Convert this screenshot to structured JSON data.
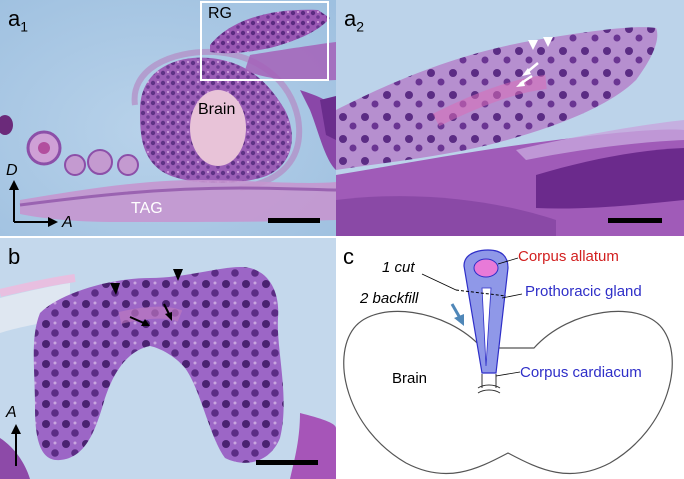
{
  "panels": {
    "a1": {
      "label_main": "a",
      "label_sub": "1",
      "labels": {
        "rg": "RG",
        "brain": "Brain",
        "tag": "TAG"
      },
      "axes": {
        "d": "D",
        "a": "A"
      }
    },
    "a2": {
      "label_main": "a",
      "label_sub": "2"
    },
    "b": {
      "label": "b",
      "axes": {
        "a": "A"
      }
    },
    "c": {
      "label": "c",
      "labels": {
        "cut": "1 cut",
        "backfill": "2 backfill",
        "corpus_allatum": "Corpus allatum",
        "prothoracic_gland": "Prothoracic gland",
        "brain": "Brain",
        "corpus_cardiacum": "Corpus cardiacum"
      }
    }
  },
  "colors": {
    "tissue_purple": "#7a3f9e",
    "tissue_pink": "#c86fb8",
    "background_slide": "#a9c7e2",
    "corpus_allatum": "#d21f1f",
    "prothoracic_gland": "#2f2fc8",
    "gland_fill": "#8f98e8",
    "allatum_fill": "#e87ad8",
    "arrow_blue": "#4f87b8"
  }
}
